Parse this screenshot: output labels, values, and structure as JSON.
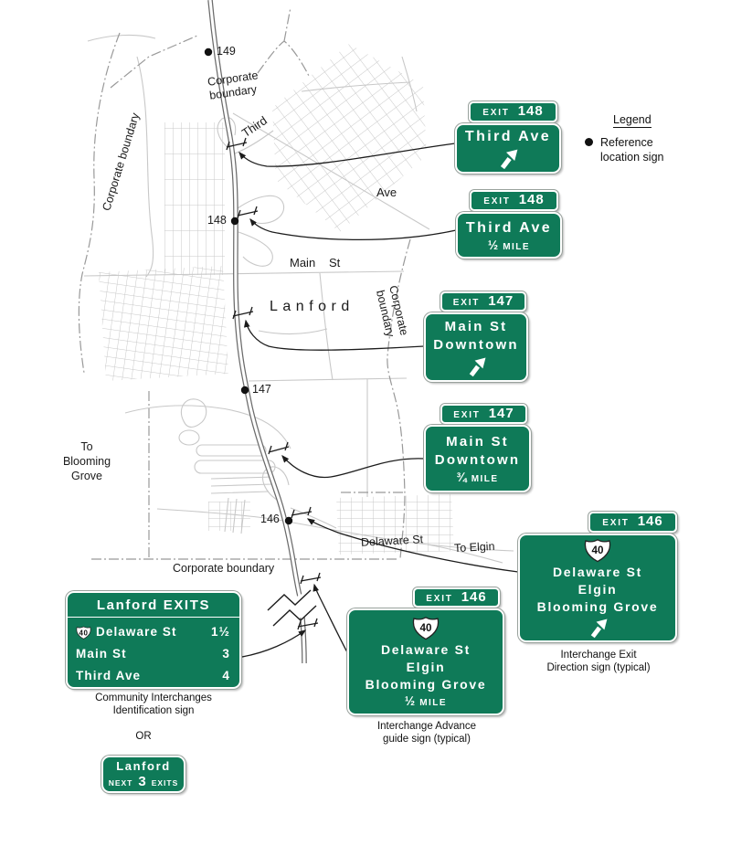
{
  "colors": {
    "sign_green": "#0F7A58",
    "sign_text": "#FFFFFF",
    "map_street": "#C8C8C8",
    "map_boundary": "#999999",
    "highway": "#6B6B6B",
    "ink": "#1A1A1A"
  },
  "legend": {
    "title": "Legend",
    "item_label": "Reference location sign"
  },
  "map_labels": {
    "marker_149": "149",
    "marker_148": "148",
    "marker_147": "147",
    "marker_146": "146",
    "corporate_boundary_top_1": "Corporate",
    "corporate_boundary_top_2": "boundary",
    "corporate_boundary_left": "Corporate boundary",
    "corporate_boundary_right_1": "Corporate",
    "corporate_boundary_right_2": "boundary",
    "corporate_boundary_bottom": "Corporate boundary",
    "third": "Third",
    "ave": "Ave",
    "main": "Main",
    "st": "St",
    "city": "Lanford",
    "to_blooming_1": "To",
    "to_blooming_2": "Blooming",
    "to_blooming_3": "Grove",
    "delaware_st": "Delaware St",
    "to_elgin": "To Elgin"
  },
  "signs": {
    "exit148_direction": {
      "exit_word": "EXIT",
      "exit_number": "148",
      "street": "Third Ave"
    },
    "exit148_advance": {
      "exit_word": "EXIT",
      "exit_number": "148",
      "street": "Third Ave",
      "distance_fraction": "½",
      "distance_unit": "MILE"
    },
    "exit147_direction": {
      "exit_word": "EXIT",
      "exit_number": "147",
      "street": "Main St",
      "street2": "Downtown"
    },
    "exit147_advance": {
      "exit_word": "EXIT",
      "exit_number": "147",
      "street": "Main St",
      "street2": "Downtown",
      "distance_fraction": "¾",
      "distance_unit": "MILE"
    },
    "exit146_direction": {
      "exit_word": "EXIT",
      "exit_number": "146",
      "route": "40",
      "street": "Delaware St",
      "street2": "Elgin",
      "street3": "Blooming Grove"
    },
    "exit146_advance": {
      "exit_word": "EXIT",
      "exit_number": "146",
      "route": "40",
      "street": "Delaware St",
      "street2": "Elgin",
      "street3": "Blooming Grove",
      "distance_fraction": "½",
      "distance_unit": "MILE"
    },
    "community": {
      "title": "Lanford EXITS",
      "rows": [
        {
          "route": "40",
          "name": "Delaware St",
          "distance": "1½"
        },
        {
          "name": "Main St",
          "distance": "3"
        },
        {
          "name": "Third Ave",
          "distance": "4"
        }
      ]
    },
    "next_exits": {
      "city": "Lanford",
      "next_word": "NEXT",
      "count": "3",
      "exits_word": "EXITS"
    }
  },
  "captions": {
    "community_1": "Community Interchanges",
    "community_2": "Identification sign",
    "or": "OR",
    "advance_1": "Interchange Advance",
    "advance_2": "guide sign (typical)",
    "direction_1": "Interchange Exit",
    "direction_2": "Direction sign (typical)"
  }
}
